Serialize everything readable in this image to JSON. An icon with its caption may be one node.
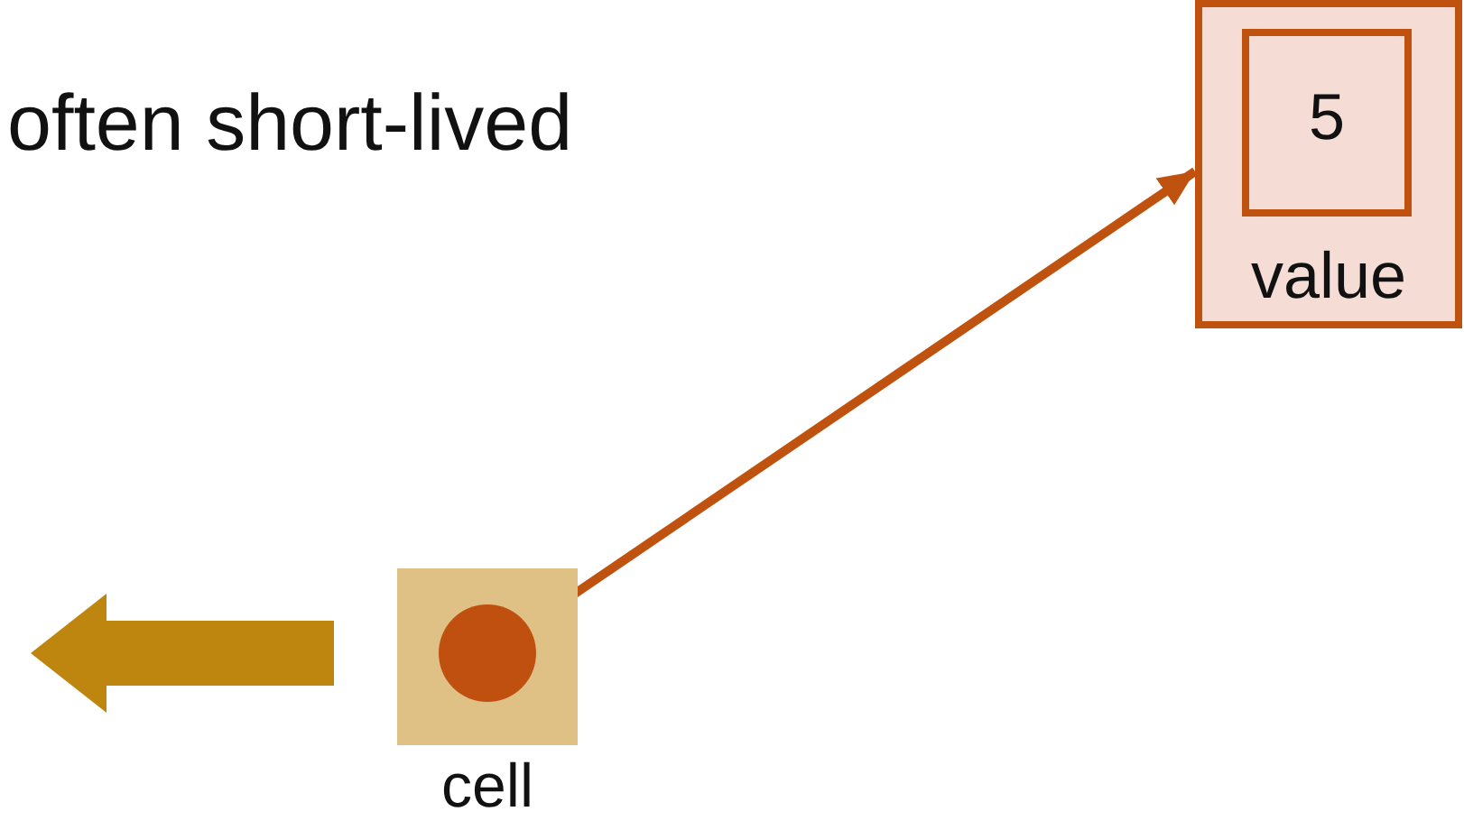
{
  "diagram": {
    "nodes": [
      {
        "text": [
          "value"
        ]
      },
      {
        "text": [
          "5"
        ],
        "in": 0
      },
      {
        "text": [
          "cell"
        ]
      },
      {
        "text": [],
        "shape": "circle",
        "in": 2
      }
    ],
    "edges": [
      {
        "from": 3,
        "to": 0,
        "arrow": "to"
      },
      {
        "from": 2,
        "to": null,
        "arrow": "to",
        "style": "thick",
        "color": "#bf860f"
      }
    ],
    "labels": [
      "often short-lived"
    ]
  }
}
